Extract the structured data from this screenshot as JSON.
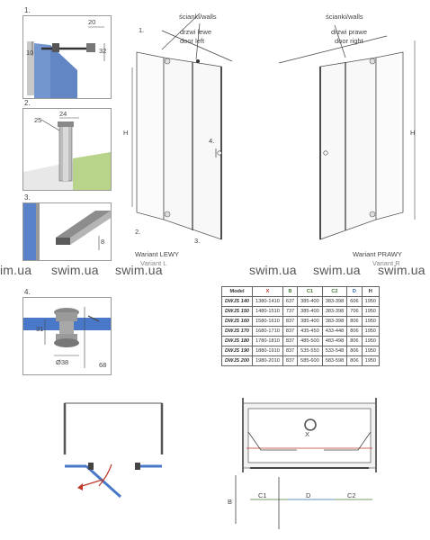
{
  "panels": {
    "p1": {
      "num": "1.",
      "dims": [
        "20",
        "10",
        "32"
      ]
    },
    "p2": {
      "num": "2.",
      "dims": [
        "24",
        "25"
      ]
    },
    "p3": {
      "num": "3.",
      "dims": [
        "8"
      ]
    },
    "p4": {
      "num": "4.",
      "dims": [
        "31",
        "68",
        "Ø38"
      ]
    }
  },
  "left_door": {
    "walls_label": "ścianki/walls",
    "door_label_pl": "drzwi lewe",
    "door_label_en": "door left",
    "variant": "Wariant LEWY",
    "variant_sub": "Variant L",
    "callouts": [
      "1.",
      "2.",
      "3.",
      "4."
    ],
    "height_label": "H"
  },
  "right_door": {
    "walls_label": "ścianki/walls",
    "door_label_pl": "drzwi prawe",
    "door_label_en": "door right",
    "variant": "Wariant PRAWY",
    "variant_sub": "Variant R",
    "height_label": "H"
  },
  "watermarks": [
    "im.ua",
    "swim.ua",
    "swim.ua",
    "swim.ua",
    "swim.ua",
    "swim.ua"
  ],
  "table": {
    "headers": [
      "Model",
      "X",
      "B",
      "C1",
      "C2",
      "D",
      "H"
    ],
    "rows": [
      [
        "DWJS 140",
        "1380-1410",
        "637",
        "385-400",
        "383-398",
        "606",
        "1950"
      ],
      [
        "DWJS 150",
        "1480-1510",
        "737",
        "385-400",
        "383-398",
        "706",
        "1950"
      ],
      [
        "DWJS 160",
        "1580-1610",
        "837",
        "385-400",
        "383-398",
        "806",
        "1950"
      ],
      [
        "DWJS 170",
        "1680-1710",
        "837",
        "435-450",
        "433-448",
        "806",
        "1950"
      ],
      [
        "DWJS 180",
        "1780-1810",
        "837",
        "485-500",
        "483-498",
        "806",
        "1950"
      ],
      [
        "DWJS 190",
        "1880-1910",
        "837",
        "535-550",
        "533-548",
        "806",
        "1950"
      ],
      [
        "DWJS 200",
        "1980-2010",
        "837",
        "585-600",
        "583-598",
        "806",
        "1950"
      ]
    ]
  },
  "plan": {
    "labels": {
      "x": "X",
      "b": "B",
      "c1": "C1",
      "d": "D",
      "c2": "C2"
    }
  },
  "colors": {
    "red": "#c0392b",
    "green": "#4a7a3a",
    "blue": "#2b6cb0",
    "glass": "#4a78c8"
  }
}
